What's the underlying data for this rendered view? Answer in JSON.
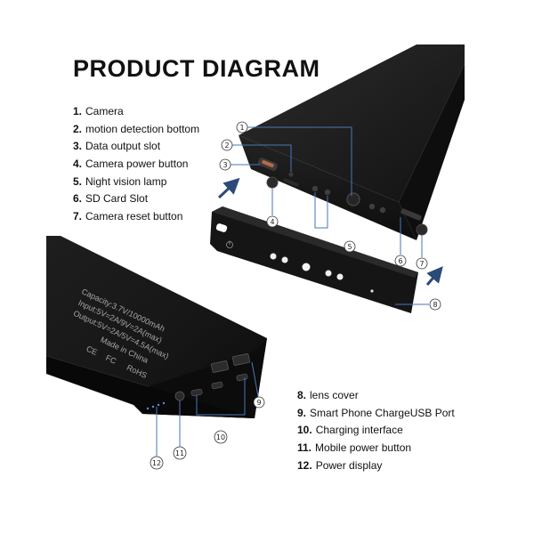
{
  "title": "PRODUCT DIAGRAM",
  "legend_top": [
    {
      "num": "1.",
      "label": "Camera"
    },
    {
      "num": "2.",
      "label": "motion detection bottom"
    },
    {
      "num": "3.",
      "label": "Data output slot"
    },
    {
      "num": "4.",
      "label": "Camera power button"
    },
    {
      "num": "5.",
      "label": "Night vision lamp"
    },
    {
      "num": "6.",
      "label": "SD Card Slot"
    },
    {
      "num": "7.",
      "label": "Camera reset button"
    }
  ],
  "legend_bottom": [
    {
      "num": "8.",
      "label": "lens cover"
    },
    {
      "num": "9.",
      "label": "Smart Phone ChargeUSB Port"
    },
    {
      "num": "10.",
      "label": "Charging interface"
    },
    {
      "num": "11.",
      "label": "Mobile power button"
    },
    {
      "num": "12.",
      "label": "Power display"
    }
  ],
  "callouts": [
    "1",
    "2",
    "3",
    "4",
    "5",
    "6",
    "7",
    "8",
    "9",
    "10",
    "11",
    "12"
  ],
  "case_print": {
    "capacity": "Capacity:3.7V/10000mAh",
    "input": "Input:5V=2A/9V=2A(max)",
    "output": "Output:5V=2A/5V=4.5A(max)",
    "origin": "Made in China",
    "cert_ce": "CE",
    "cert_fc": "FC",
    "cert_rohs": "RoHS"
  },
  "colors": {
    "callout_line": "#4a76b8",
    "arrow": "#2b4a7a",
    "device": "#1a1a1a"
  }
}
